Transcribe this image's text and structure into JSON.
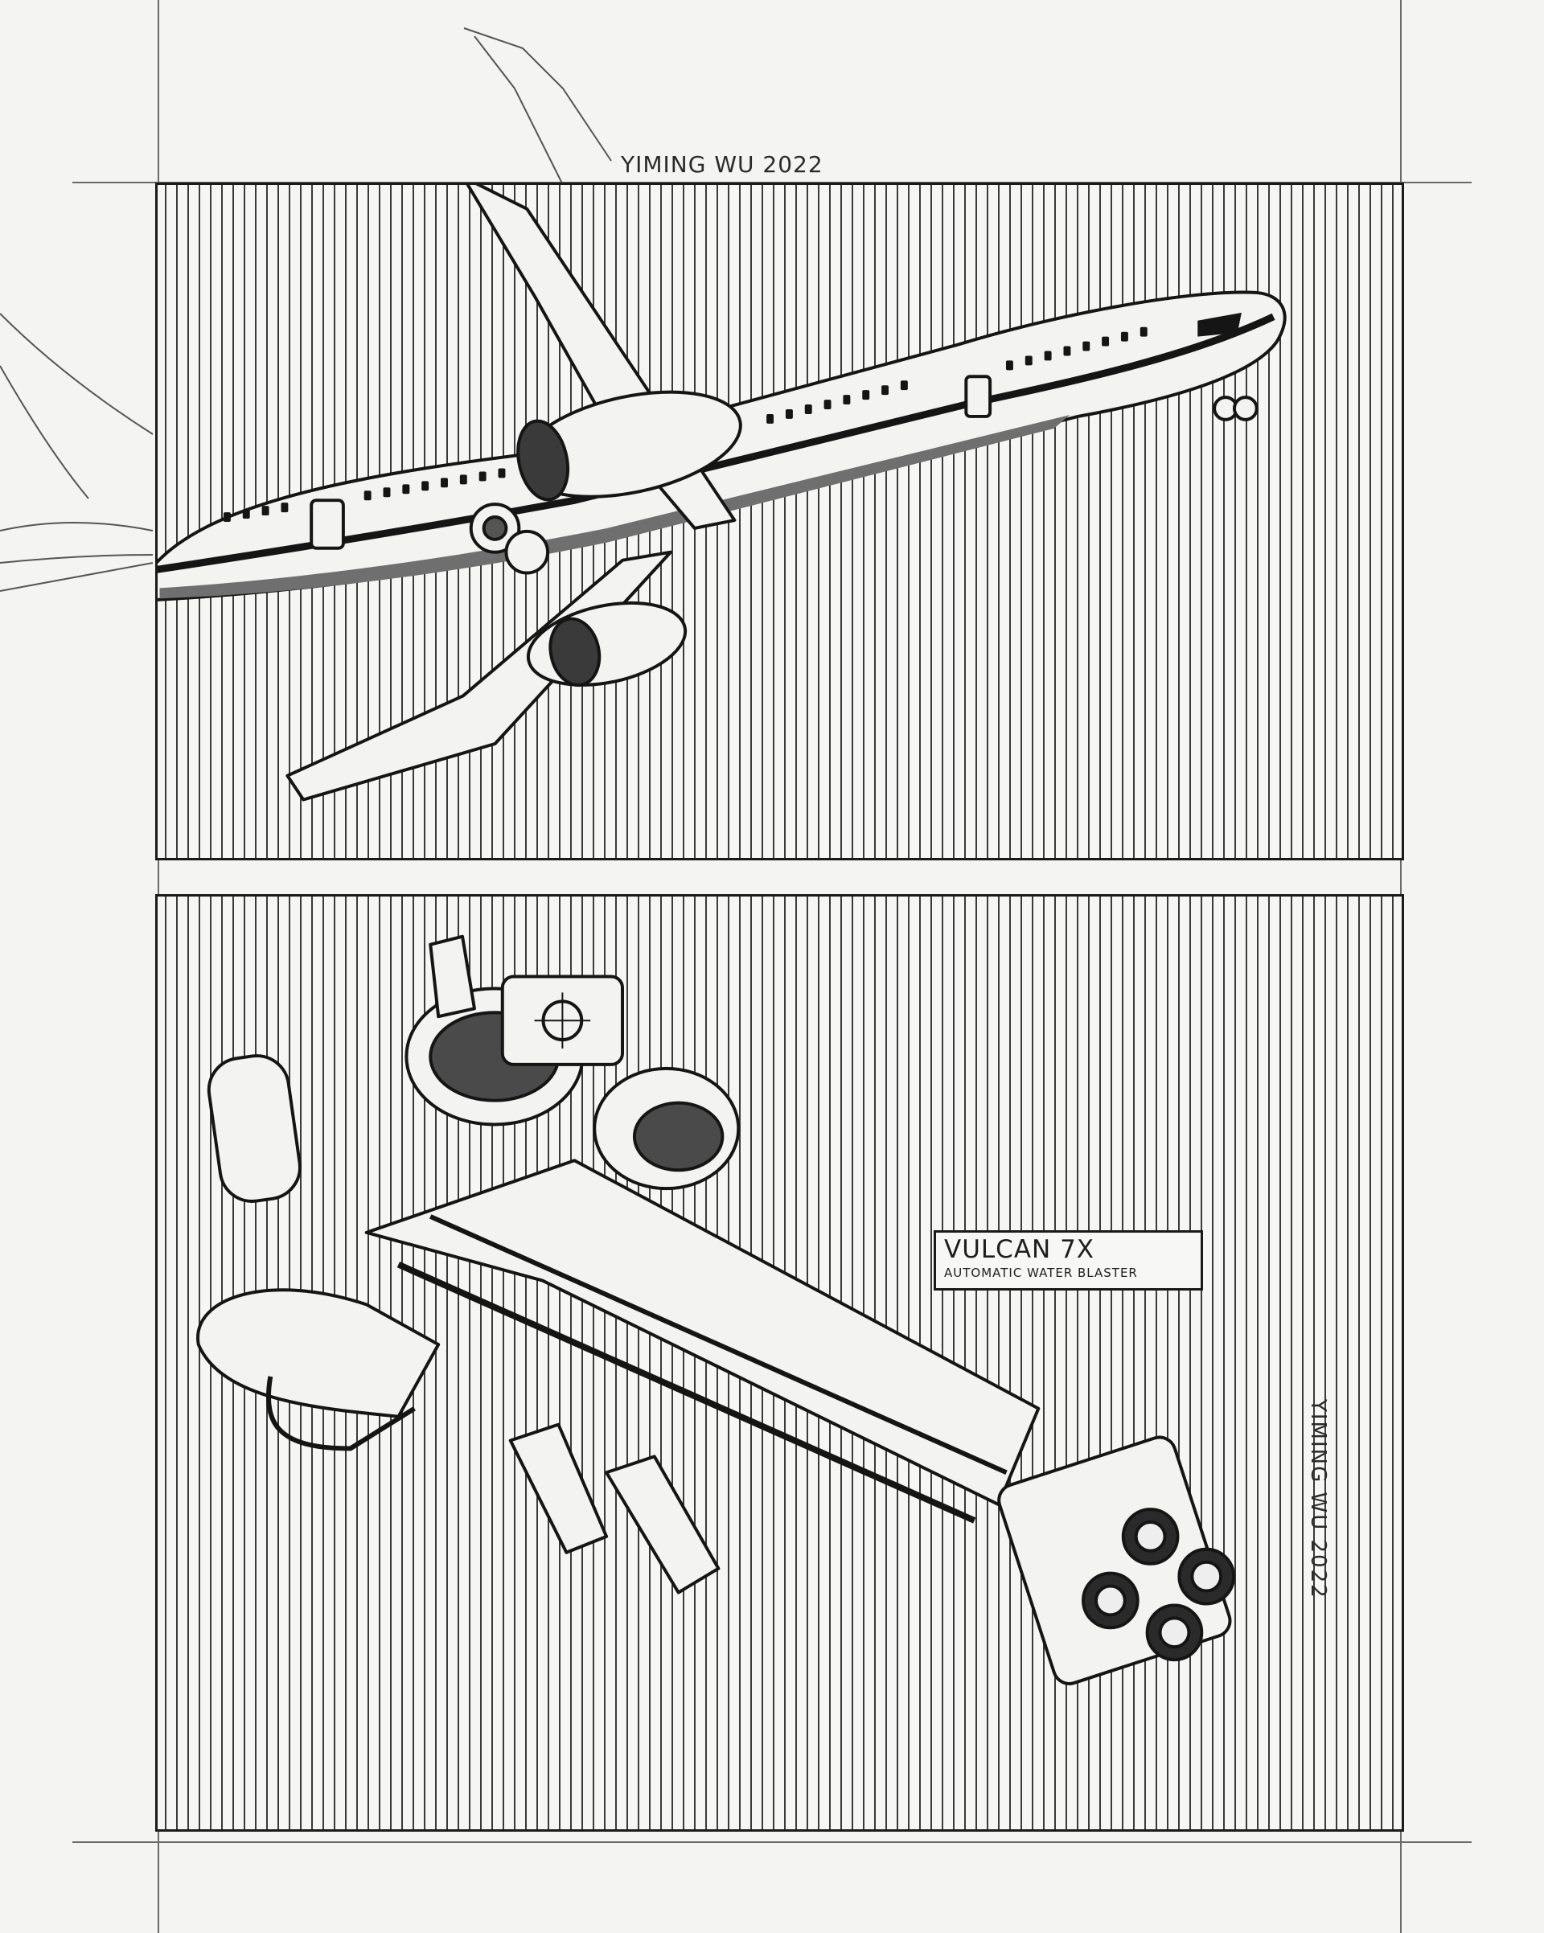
{
  "signature_top": "YIMING WU 2022",
  "signature_side": "YIMING WU 2022",
  "caption": {
    "title": "VULCAN 7X",
    "subtitle": "AUTOMATIC WATER BLASTER"
  },
  "drawings": {
    "top_panel": "airliner-sketch",
    "bottom_panel": "water-blaster-sketch"
  },
  "colors": {
    "paper": "#f4f4f2",
    "ink": "#1a1a1a",
    "hatch": "#3a3a3a"
  }
}
